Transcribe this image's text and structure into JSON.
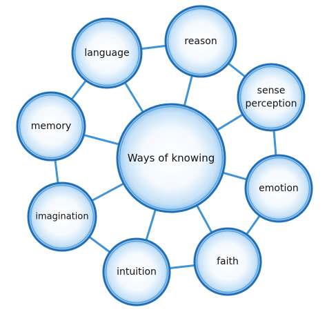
{
  "center": {
    "label": "Ways of knowing"
  },
  "nodes": [
    {
      "id": "language",
      "label": "language"
    },
    {
      "id": "reason",
      "label": "reason"
    },
    {
      "id": "sense",
      "label": "sense perception",
      "lines": [
        "sense",
        "perception"
      ]
    },
    {
      "id": "emotion",
      "label": "emotion"
    },
    {
      "id": "faith",
      "label": "faith"
    },
    {
      "id": "intuition",
      "label": "intuition"
    },
    {
      "id": "imagination",
      "label": "imagination"
    },
    {
      "id": "memory",
      "label": "memory"
    }
  ],
  "colors": {
    "ring": "#2a87d6",
    "ring_outer": "#1f6fb8",
    "fill_center": "#ffffff",
    "fill_edge": "#a9d2f2",
    "connector": "#3f94d8"
  }
}
